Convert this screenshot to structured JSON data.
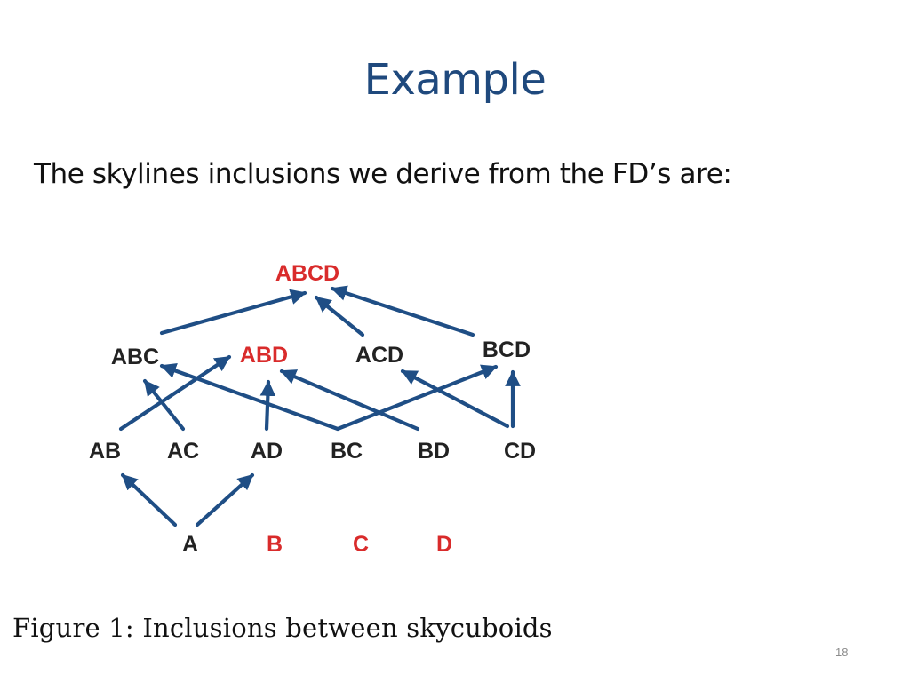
{
  "slide": {
    "title": "Example",
    "body_text": "The skylines inclusions we derive from the FD’s are:",
    "caption": "Figure 1:  Inclusions between skycuboids",
    "page_number": "18"
  },
  "colors": {
    "title": "#1F497D",
    "edge": "#1F4E85",
    "node_default": "#222222",
    "node_highlight": "#D92B2B"
  },
  "diagram": {
    "nodes": [
      {
        "id": "ABCD",
        "label": "ABCD",
        "highlight": true
      },
      {
        "id": "ABC",
        "label": "ABC",
        "highlight": false
      },
      {
        "id": "ABD",
        "label": "ABD",
        "highlight": true
      },
      {
        "id": "ACD",
        "label": "ACD",
        "highlight": false
      },
      {
        "id": "BCD",
        "label": "BCD",
        "highlight": false
      },
      {
        "id": "AB",
        "label": "AB",
        "highlight": false
      },
      {
        "id": "AC",
        "label": "AC",
        "highlight": false
      },
      {
        "id": "AD",
        "label": "AD",
        "highlight": false
      },
      {
        "id": "BC",
        "label": "BC",
        "highlight": false
      },
      {
        "id": "BD",
        "label": "BD",
        "highlight": false
      },
      {
        "id": "CD",
        "label": "CD",
        "highlight": false
      },
      {
        "id": "A",
        "label": "A",
        "highlight": false
      },
      {
        "id": "B",
        "label": "B",
        "highlight": true
      },
      {
        "id": "C",
        "label": "C",
        "highlight": true
      },
      {
        "id": "D",
        "label": "D",
        "highlight": true
      }
    ],
    "edges": [
      {
        "from": "ABC",
        "to": "ABCD"
      },
      {
        "from": "ACD",
        "to": "ABCD"
      },
      {
        "from": "BCD",
        "to": "ABCD"
      },
      {
        "from": "AB",
        "to": "ABD"
      },
      {
        "from": "AC",
        "to": "ABC"
      },
      {
        "from": "AD",
        "to": "ABD"
      },
      {
        "from": "BC",
        "to": "ABC"
      },
      {
        "from": "BC",
        "to": "BCD"
      },
      {
        "from": "BD",
        "to": "ABD"
      },
      {
        "from": "CD",
        "to": "ACD"
      },
      {
        "from": "CD",
        "to": "BCD"
      },
      {
        "from": "A",
        "to": "AB"
      },
      {
        "from": "A",
        "to": "AD"
      }
    ]
  }
}
